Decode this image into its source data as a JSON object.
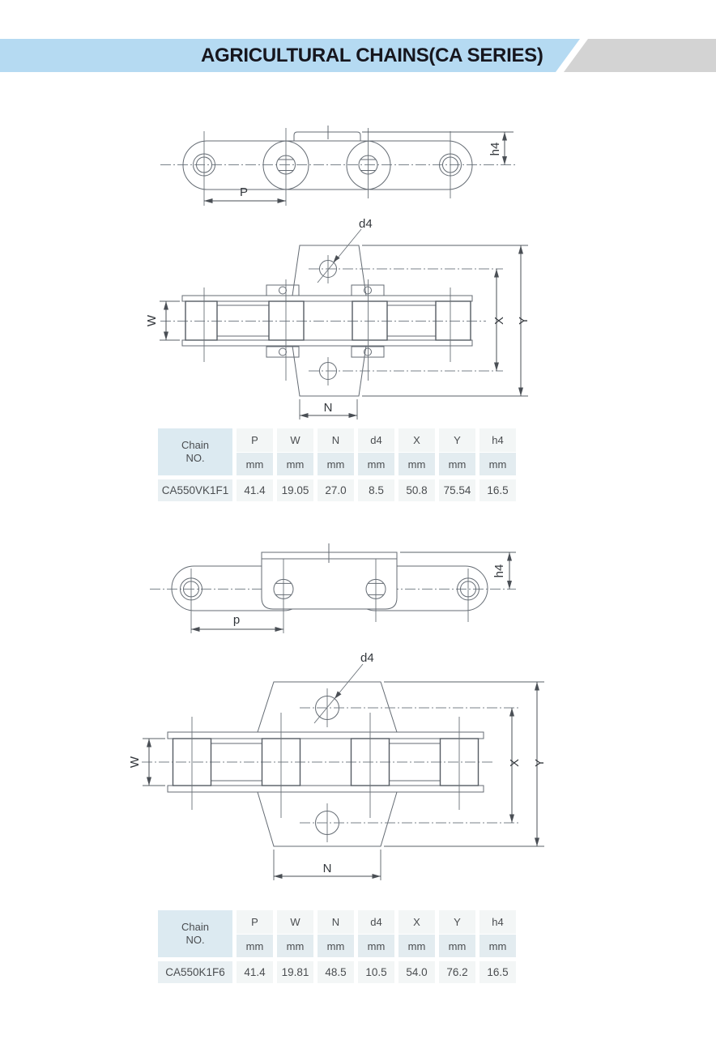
{
  "header": {
    "title": "AGRICULTURAL CHAINS(CA SERIES)"
  },
  "colors": {
    "banner_blue": "#b5daf2",
    "banner_gray": "#d3d3d3",
    "title_text": "#16161e",
    "table_chain_header_bg": "#dceaf1",
    "table_unit_bg": "#e3ecf0",
    "table_cell_bg": "#f3f6f6",
    "drawing_line": "#646b73"
  },
  "drawings": {
    "set1_side": {
      "pitch": "P",
      "height": "h4"
    },
    "set1_top": {
      "hole": "d4",
      "width": "W",
      "x": "X",
      "y": "Y",
      "n": "N"
    },
    "set2_side": {
      "pitch": "p",
      "height": "h4"
    },
    "set2_top": {
      "hole": "d4",
      "width": "W",
      "x": "X",
      "y": "Y",
      "n": "N"
    }
  },
  "tables": [
    {
      "chain_header_line1": "Chain",
      "chain_header_line2": "NO.",
      "columns": [
        "P",
        "W",
        "N",
        "d4",
        "X",
        "Y",
        "h4"
      ],
      "units": [
        "mm",
        "mm",
        "mm",
        "mm",
        "mm",
        "mm",
        "mm"
      ],
      "chain_no": "CA550VK1F1",
      "values": [
        "41.4",
        "19.05",
        "27.0",
        "8.5",
        "50.8",
        "75.54",
        "16.5"
      ]
    },
    {
      "chain_header_line1": "Chain",
      "chain_header_line2": "NO.",
      "columns": [
        "P",
        "W",
        "N",
        "d4",
        "X",
        "Y",
        "h4"
      ],
      "units": [
        "mm",
        "mm",
        "mm",
        "mm",
        "mm",
        "mm",
        "mm"
      ],
      "chain_no": "CA550K1F6",
      "values": [
        "41.4",
        "19.81",
        "48.5",
        "10.5",
        "54.0",
        "76.2",
        "16.5"
      ]
    }
  ]
}
